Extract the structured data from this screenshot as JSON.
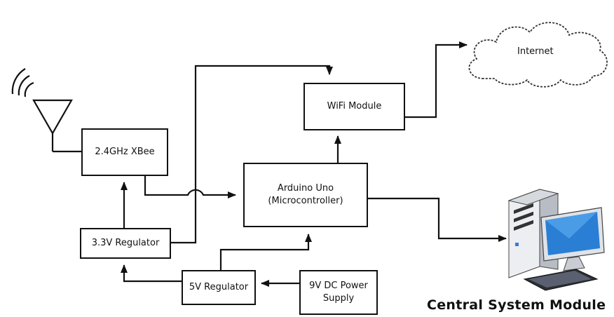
{
  "blocks": {
    "xbee": "2.4GHz XBee",
    "wifi": "WiFi Module",
    "arduino_line1": "Arduino Uno",
    "arduino_line2": "(Microcontroller)",
    "reg33": "3.3V Regulator",
    "reg5": "5V Regulator",
    "psu_line1": "9V DC Power",
    "psu_line2": "Supply"
  },
  "cloud_label": "Internet",
  "caption": "Central System Module",
  "icons": [
    "antenna-icon",
    "cloud-icon",
    "desktop-computer-icon"
  ]
}
